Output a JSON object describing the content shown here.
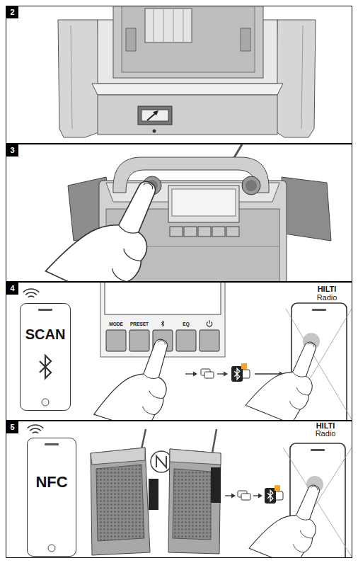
{
  "diagram": {
    "nodes": [
      {
        "text": [
          "2"
        ]
      },
      {
        "text": [
          "3"
        ]
      },
      {
        "text": [
          "4"
        ]
      },
      {
        "text": [
          "SCAN"
        ],
        "in": 2
      },
      {
        "text": [
          "5"
        ]
      },
      {
        "text": [
          "NFC"
        ],
        "in": 4
      }
    ],
    "labels": [
      "MODE",
      "PRESET",
      "EQ",
      "HILTI",
      "Radio",
      "HILTI",
      "Radio"
    ]
  }
}
